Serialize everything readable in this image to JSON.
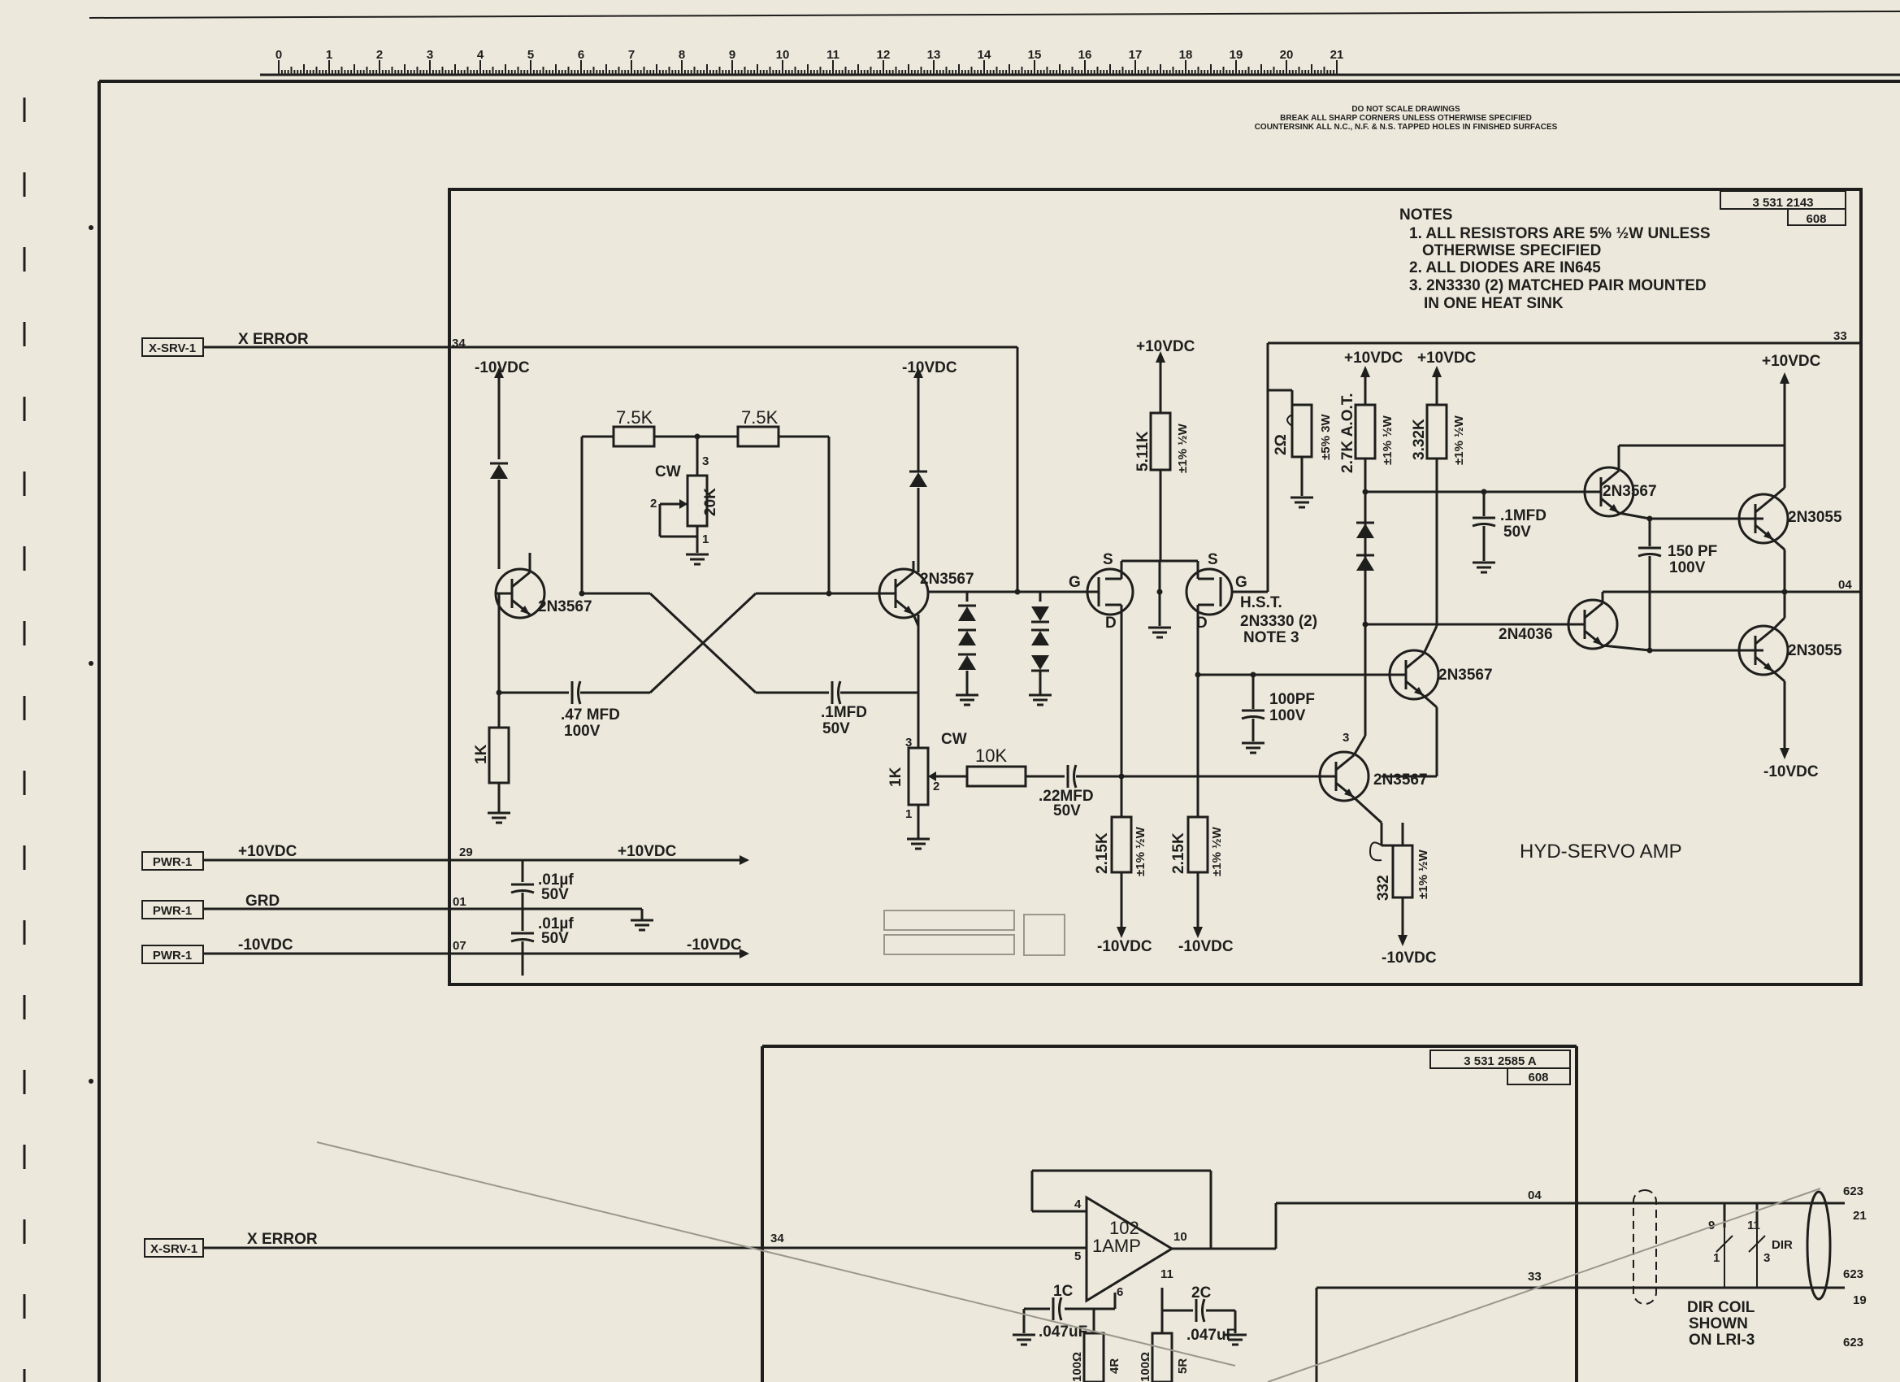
{
  "ruler": {
    "numbers": [
      "0",
      "1",
      "2",
      "3",
      "4",
      "5",
      "6",
      "7",
      "8",
      "9",
      "10",
      "11",
      "12",
      "13",
      "14",
      "15",
      "16",
      "17",
      "18",
      "19",
      "20",
      "21"
    ],
    "note_lines": [
      "DO NOT SCALE DRAWINGS",
      "BREAK ALL SHARP CORNERS UNLESS OTHERWISE SPECIFIED",
      "COUNTERSINK ALL N.C., N.F. & N.S. TAPPED HOLES IN FINISHED SURFACES"
    ]
  },
  "top": {
    "drawing_no": "3 531 2143",
    "sheet": "608",
    "notes_title": "NOTES",
    "notes": [
      "1. ALL RESISTORS ARE 5% ½W UNLESS",
      "OTHERWISE SPECIFIED",
      "2. ALL DIODES ARE IN645",
      "3. 2N3330 (2) MATCHED PAIR MOUNTED",
      "IN ONE HEAT SINK"
    ],
    "title": "HYD-SERVO AMP",
    "connectors": {
      "x_srv": "X-SRV-1",
      "pwr_a": "PWR-1",
      "pwr_b": "PWR-1",
      "pwr_c": "PWR-1"
    },
    "signals": {
      "x_error": "X ERROR",
      "plus10": "+10VDC",
      "grd": "GRD",
      "minus10": "-10VDC"
    },
    "pins": {
      "p34": "34",
      "p29": "29",
      "p01": "01",
      "p07": "07",
      "p33": "33",
      "p04": "04"
    },
    "supply_labels": {
      "pos": "+10VDC",
      "neg": "-10VDC"
    },
    "components": {
      "r1": "7.5K",
      "r2": "7.5K",
      "pot20k": "20K",
      "cw1": "CW",
      "pin3": "3",
      "pin2": "2",
      "pin1": "1",
      "q1": "2N3567",
      "q2": "2N3567",
      "c1": ".47 MFD",
      "c1v": "100V",
      "c2": ".1MFD",
      "c2v": "50V",
      "r_1k": "1K",
      "pot1k": "1K",
      "cw2": "CW",
      "r10k": "10K",
      "c3": ".22MFD",
      "c3v": "50V",
      "fet": "H.S.T.",
      "fet2": "2N3330 (2)",
      "fet3": "NOTE 3",
      "g": "G",
      "s": "S",
      "d": "D",
      "r511": "5.11K",
      "r511t": "±1% ½W",
      "r215a": "2.15K",
      "r215b": "2.15K",
      "r215t": "±1% ½W",
      "c100": "100PF",
      "c100v": "100V",
      "r2ohm": "2Ω",
      "r2ohmt": "±5% 3W",
      "r27": "2.7K A.O.T.",
      "r27t": "±1% ½W",
      "r332k": "3.32K",
      "r332kt": "±1% ½W",
      "c_1mfd": ".1MFD",
      "c_1mfdv": "50V",
      "q3": "2N3567",
      "q4": "2N3567",
      "q5": "2N3567",
      "q6": "2N4036",
      "q7": "2N3055",
      "q8": "2N3055",
      "c150": "150 PF",
      "c150v": "100V",
      "r332": "332",
      "r332t": "±1% ½W",
      "c01a": ".01µf",
      "c01av": "50V",
      "c01b": ".01µf",
      "c01bv": "50V"
    }
  },
  "bottom": {
    "drawing_no": "3 531 2585 A",
    "sheet": "608",
    "connector": "X-SRV-1",
    "signal": "X ERROR",
    "pins": {
      "p34": "34",
      "p04": "04",
      "p33": "33"
    },
    "amp": {
      "line1": "102",
      "line2": "1AMP"
    },
    "amp_pins": {
      "p4": "4",
      "p5": "5",
      "p10": "10",
      "p6": "6",
      "p11": "11"
    },
    "caps": {
      "c1": "1C",
      "c1v": ".047uF",
      "c2": "2C",
      "c2v": ".047uF"
    },
    "resistors": {
      "r4": "100Ω",
      "r4n": "4R",
      "r5": "100Ω",
      "r5n": "5R"
    },
    "coil": {
      "p9": "9",
      "p11": "11",
      "p1": "1",
      "p3": "3",
      "dir": "DIR",
      "shown1": "DIR COIL",
      "shown2": "SHOWN",
      "shown3": "ON LRI-3"
    },
    "lri": {
      "a": "623",
      "ap": "21",
      "b": "623",
      "bp": "19",
      "c": "623"
    }
  }
}
